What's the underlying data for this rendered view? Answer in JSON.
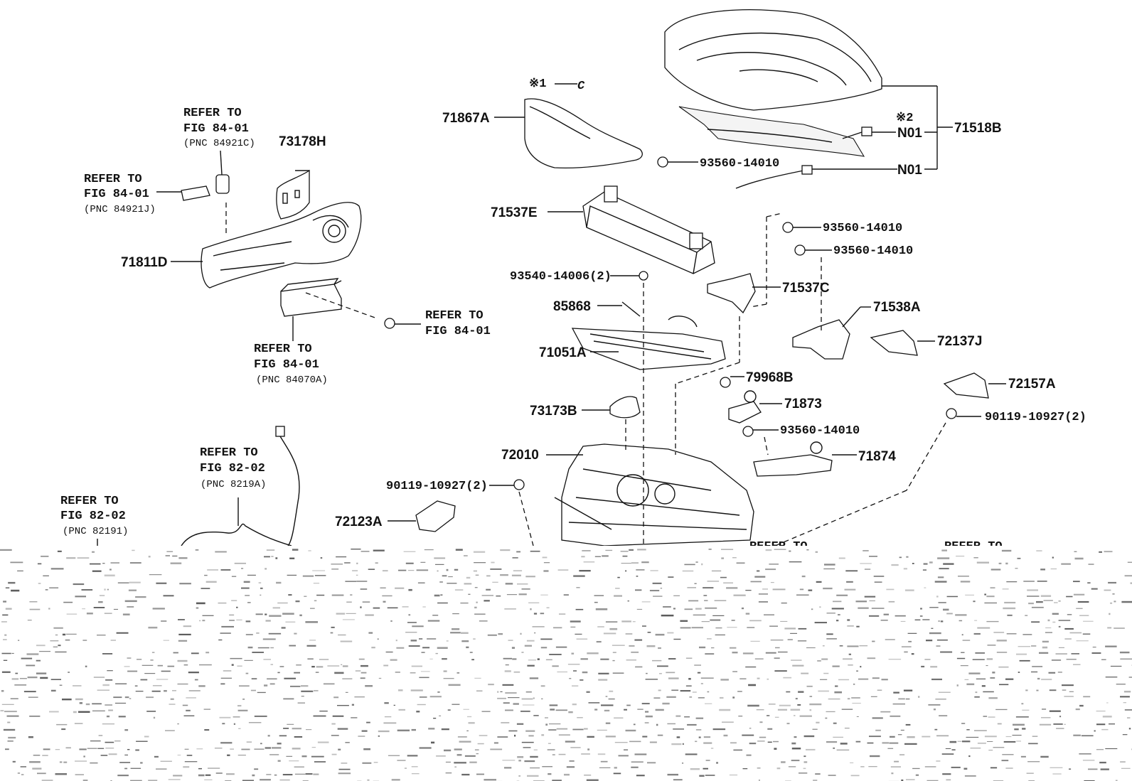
{
  "part_labels": {
    "p71867A": "71867A",
    "p71518B": "71518B",
    "pN01a": "N01",
    "pN01b": "N01",
    "p93560_a": "93560-14010",
    "p71537E": "71537E",
    "p93560_b": "93560-14010",
    "p93560_c": "93560-14010",
    "p93540": "93540-14006(2)",
    "p71537C": "71537C",
    "p85868": "85868",
    "p71538A": "71538A",
    "p72137J": "72137J",
    "p71051A": "71051A",
    "p79968B": "79968B",
    "p72157A": "72157A",
    "p73173B": "73173B",
    "p71873": "71873",
    "p90119_r": "90119-10927(2)",
    "p93560_d": "93560-14010",
    "p72010": "72010",
    "p71874": "71874",
    "p90119_l": "90119-10927(2)",
    "p72123A": "72123A",
    "p73178H": "73178H",
    "p71811D": "71811D"
  },
  "notes": {
    "note1_mark": "※1",
    "note1_c": "C",
    "note2_mark": "※2"
  },
  "references": {
    "r1": {
      "line1": "REFER TO",
      "line2": "FIG 84-01",
      "pnc": "(PNC 84921C)"
    },
    "r2": {
      "line1": "REFER TO",
      "line2": "FIG 84-01",
      "pnc": "(PNC 84921J)"
    },
    "r3": {
      "line1": "REFER TO",
      "line2": "FIG 84-01"
    },
    "r4": {
      "line1": "REFER TO",
      "line2": "FIG 84-01",
      "pnc": "(PNC 84070A)"
    },
    "r5": {
      "line1": "REFER TO",
      "line2": "FIG 82-02",
      "pnc": "(PNC 8219A)"
    },
    "r6": {
      "line1": "REFER TO",
      "line2": "FIG 82-02",
      "pnc": "(PNC 82191)"
    },
    "r7": {
      "line1": "REFER TO"
    },
    "r8": {
      "line1": "REFER TO"
    }
  }
}
